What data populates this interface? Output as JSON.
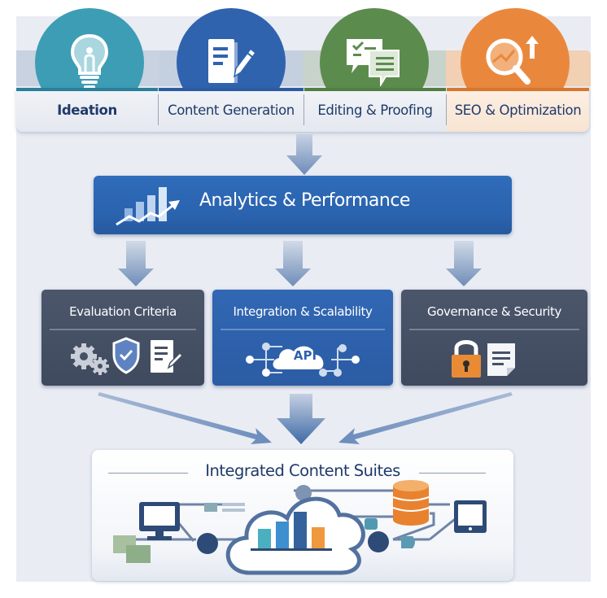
{
  "diagram_title": "Integrated Content Suites workflow",
  "stages": [
    {
      "label": "Ideation",
      "icon": "lightbulb-icon",
      "color": "#3a9db4",
      "tint": "#e6eaf1"
    },
    {
      "label": "Content Generation",
      "icon": "document-pencil-icon",
      "color": "#2d62ad",
      "tint": "#e6eaf1"
    },
    {
      "label": "Editing & Proofing",
      "icon": "chat-checklist-icon",
      "color": "#5b8b4c",
      "tint": "#e6eaf1"
    },
    {
      "label": "SEO & Optimization",
      "icon": "magnifier-trend-up-icon",
      "color": "#e6843a",
      "tint": "#fbe8d8"
    }
  ],
  "analytics": {
    "label": "Analytics & Performance",
    "icon": "bar-chart-trend-icon",
    "color": "#2d66b3"
  },
  "pillars": [
    {
      "label": "Evaluation Criteria",
      "icons": [
        "gears-icon",
        "shield-check-icon",
        "document-edit-icon"
      ],
      "color": "#465166"
    },
    {
      "label": "Integration & Scalability",
      "icons": [
        "api-cloud-network-icon"
      ],
      "api_text": "API",
      "color": "#2e62ad"
    },
    {
      "label": "Governance & Security",
      "icons": [
        "padlock-icon",
        "document-icon"
      ],
      "color": "#465166"
    }
  ],
  "result": {
    "label": "Integrated Content Suites",
    "illustration": [
      "monitor-icon",
      "cards-icon",
      "cloud-bar-chart-icon",
      "database-icon",
      "tablet-icon",
      "network-node-icon"
    ]
  }
}
